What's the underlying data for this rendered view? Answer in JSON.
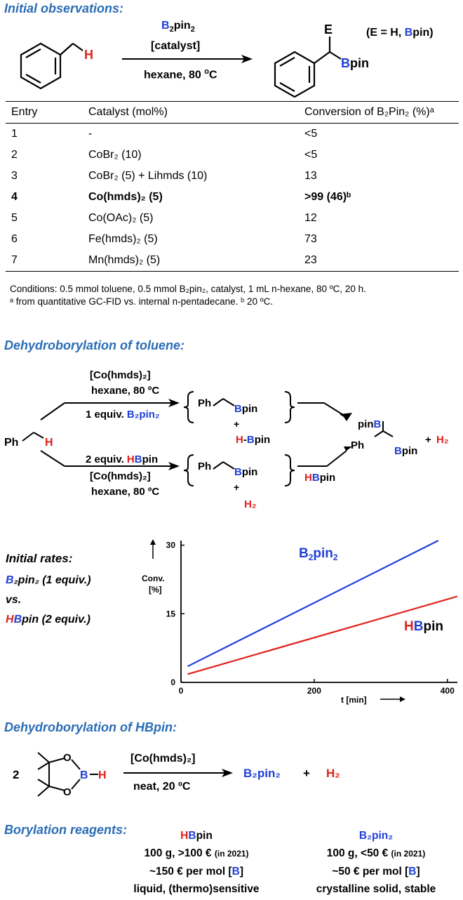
{
  "initial": {
    "heading": "Initial observations:",
    "reagent_top_1": "B",
    "reagent_top_sub": "2",
    "reagent_top_2": "pin",
    "reagent_top_sub2": "2",
    "catalyst": "[catalyst]",
    "conditions": "hexane, 80 ",
    "deg": "o",
    "celsius": "C",
    "substrate_h": "H",
    "product_e": "E",
    "product_b": "B",
    "product_pin": "pin",
    "e_note_1": "(E = H, ",
    "e_note_b": "B",
    "e_note_2": "pin)"
  },
  "table": {
    "headers": [
      "Entry",
      "Catalyst (mol%)",
      "Conversion of B₂Pin₂ (%)ᵃ"
    ],
    "rows": [
      {
        "entry": "1",
        "catalyst": "-",
        "conversion": "<5",
        "bold": false
      },
      {
        "entry": "2",
        "catalyst": "CoBr₂ (10)",
        "conversion": "<5",
        "bold": false
      },
      {
        "entry": "3",
        "catalyst": "CoBr₂ (5) + Lihmds (10)",
        "conversion": "13",
        "bold": false
      },
      {
        "entry": "4",
        "catalyst": "Co(hmds)₂ (5)",
        "conversion": ">99 (46)ᵇ",
        "bold": true
      },
      {
        "entry": "5",
        "catalyst": "Co(OAc)₂ (5)",
        "conversion": "12",
        "bold": false
      },
      {
        "entry": "6",
        "catalyst": "Fe(hmds)₂ (5)",
        "conversion": "73",
        "bold": false
      },
      {
        "entry": "7",
        "catalyst": "Mn(hmds)₂ (5)",
        "conversion": "23",
        "bold": false
      }
    ],
    "footnote_1": "Conditions: 0.5 mmol toluene, 0.5 mmol B₂pin₂, catalyst, 1 mL n-hexane, 80 ºC, 20 h.",
    "footnote_2": "ᵃ from quantitative GC-FID vs. internal n-pentadecane.  ᵇ 20 ºC."
  },
  "dehydro_toluene": {
    "heading": "Dehydroborylation of toluene:",
    "top_cat": "[Co(hmds)₂]",
    "top_cond": "hexane, 80 ºC",
    "top_equiv_1": "1 equiv. ",
    "top_equiv_b2": "B₂pin₂",
    "bot_equiv_1": "2 equiv. ",
    "bot_equiv_hb": "HBpin",
    "bot_cat": "[Co(hmds)₂]",
    "bot_cond": "hexane, 80 ºC",
    "ph": "Ph",
    "h": "H",
    "b": "B",
    "pin": "pin",
    "plus": "+",
    "byproduct_top": "H-Bpin",
    "byproduct_bot": "H₂",
    "hbpin": "HBpin",
    "product_pinb": "pinB",
    "product_h2": "H₂"
  },
  "rates": {
    "title": "Initial rates:",
    "line1_b": "B",
    "line1_rest": "₂pin₂ (1 equiv.)",
    "line2": "vs.",
    "line3_h": "H",
    "line3_b": "B",
    "line3_rest": "pin (2 equiv.)"
  },
  "chart_data": {
    "type": "line",
    "ylabel": "Conv. [%]",
    "xlabel": "t [min]",
    "xlim": [
      0,
      415
    ],
    "ylim": [
      0,
      31
    ],
    "xticks": [
      "0",
      "200",
      "400"
    ],
    "yticks": [
      "0",
      "15",
      "30"
    ],
    "series": [
      {
        "name": "B₂pin₂",
        "color": "#1f3fd6",
        "x": [
          10,
          400
        ],
        "y": [
          3.5,
          32
        ]
      },
      {
        "name": "HBpin",
        "color": "#e0201c",
        "x": [
          10,
          415
        ],
        "y": [
          1.8,
          18.8
        ]
      }
    ]
  },
  "dehydro_hbpin": {
    "heading": "Dehydroborylation of HBpin:",
    "coef": "2",
    "o": "O",
    "b": "B",
    "h": "H",
    "catalyst": "[Co(hmds)₂]",
    "conditions": "neat, 20 ºC",
    "product": "B₂pin₂",
    "plus": "+",
    "h2": "H₂"
  },
  "reagents": {
    "heading": "Borylation reagents:",
    "hbpin": {
      "name_h": "H",
      "name_b": "B",
      "name_pin": "pin",
      "price": "100 g, >100 €",
      "price_note": "(in 2021)",
      "per_mol_1": "~150 € per mol [",
      "per_mol_b": "B",
      "per_mol_2": "]",
      "nature": "liquid, (thermo)sensitive"
    },
    "b2pin2": {
      "name": "B₂pin₂",
      "price": "100 g, <50 €",
      "price_note": "(in 2021)",
      "per_mol_1": "~50 € per mol [",
      "per_mol_b": "B",
      "per_mol_2": "]",
      "nature": "crystalline solid, stable"
    }
  },
  "colors": {
    "blue": "#1f3fd6",
    "red": "#e0201c",
    "heading": "#2a6db5"
  }
}
